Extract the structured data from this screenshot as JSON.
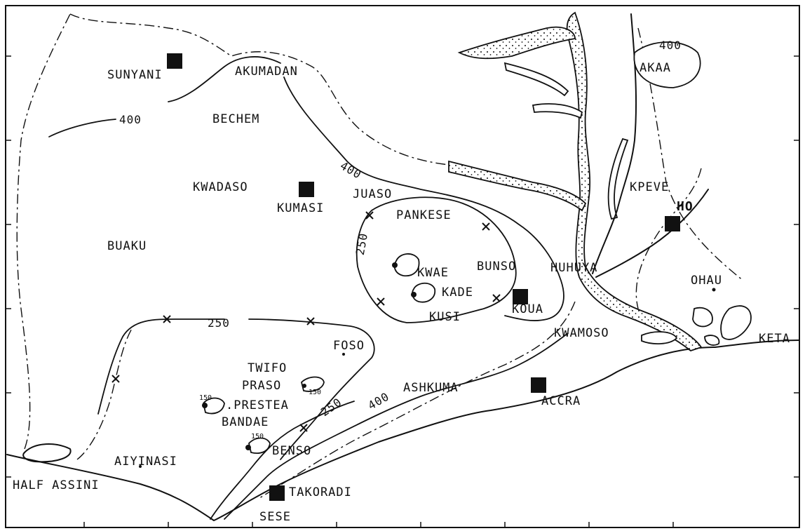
{
  "map": {
    "places": {
      "sunyani": "SUNYANI",
      "akumadan": "AKUMADAN",
      "bechem": "BECHEM",
      "kwadaso": "KWADASO",
      "kumasi": "KUMASI",
      "juaso": "JUASO",
      "pankese": "PANKESE",
      "buaku": "BUAKU",
      "kwae": "KWAE",
      "kade": "KADE",
      "bunso": "BUNSO",
      "huhuya": "HUHUYA",
      "kusi": "KUSI",
      "koua": "KOUA",
      "kwamoso": "KWAMOSO",
      "foso": "FOSO",
      "twifo": "TWIFO",
      "praso": "PRASO",
      "prestea": ".PRESTEA",
      "bandae": "BANDAE",
      "ashkuma": "ASHKUMA",
      "accra": "ACCRA",
      "benso": "BENSO",
      "aiyinasi": "AIYINASI",
      "halfassini": "HALF ASSINI",
      "takoradi": "TAKORADI",
      "sese": "SESE",
      "akaa": "AKAA",
      "kpeve": "KPEVE",
      "ho": "HO",
      "ohau": "OHAU",
      "keta": "KETA"
    },
    "isolines": {
      "v400_a": "400",
      "v400_b": "400",
      "v400_c": "400",
      "v400_d": "400",
      "v250_a": "250",
      "v250_b": "250",
      "v250_c": "250",
      "v150_a": "150",
      "v150_b": "150",
      "v150_c": "150"
    },
    "colors": {
      "ink": "#111111",
      "paper": "#ffffff"
    }
  }
}
